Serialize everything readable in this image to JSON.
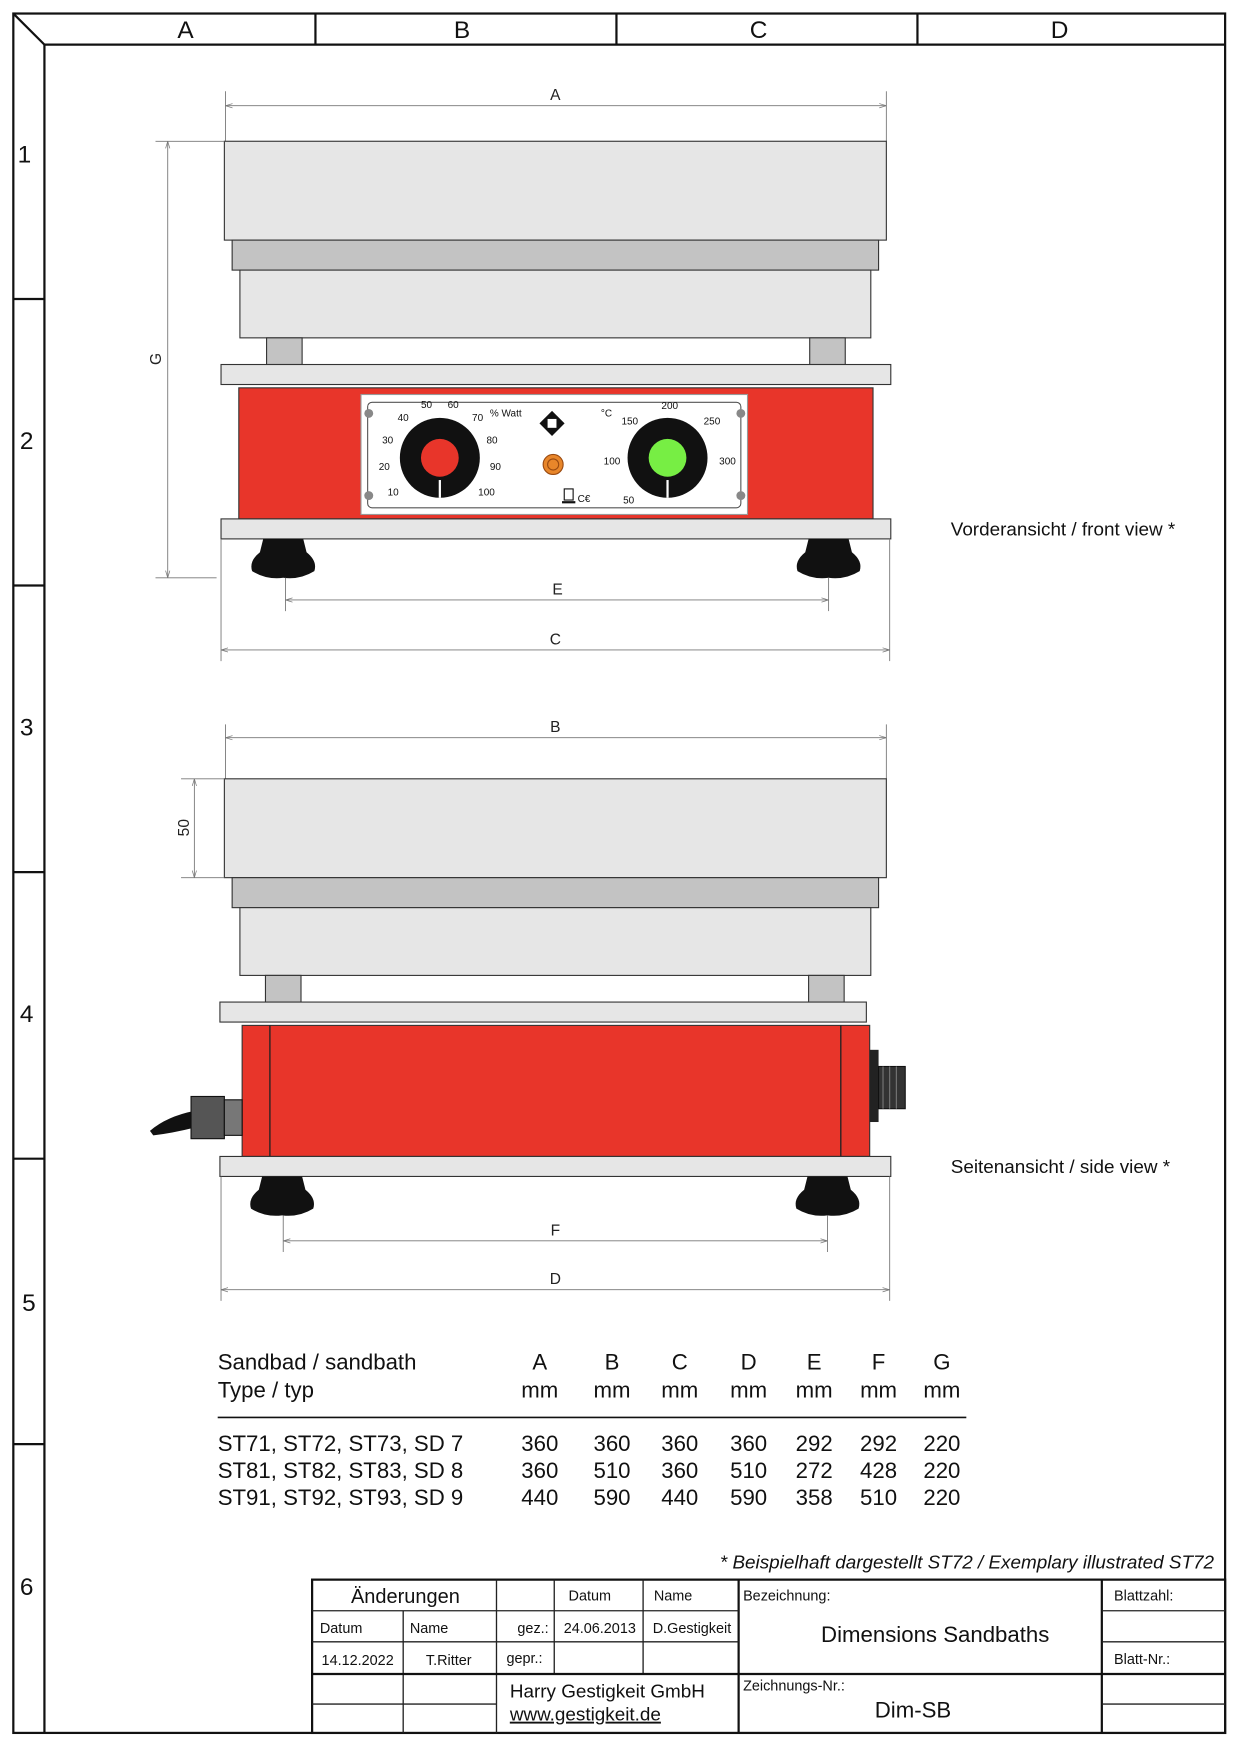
{
  "frame": {
    "columns": [
      "A",
      "B",
      "C",
      "D"
    ],
    "rows": [
      "1",
      "2",
      "3",
      "4",
      "5",
      "6"
    ]
  },
  "front_view": {
    "label": "Vorderansicht / front view *",
    "dims": {
      "top": "A",
      "height": "G",
      "feet": "E",
      "base": "C"
    },
    "panel": {
      "power_scale": [
        "10",
        "20",
        "30",
        "40",
        "50",
        "60",
        "70",
        "80",
        "90",
        "100"
      ],
      "power_unit": "% Watt",
      "temp_unit": "°C",
      "temp_scale": [
        "50",
        "100",
        "150",
        "200",
        "250",
        "300"
      ],
      "knob_colors": {
        "power": "#e8352a",
        "temp": "#77ee44"
      },
      "ce_mark": "C€"
    }
  },
  "side_view": {
    "label": "Seitenansicht / side view *",
    "dims": {
      "top": "B",
      "height": "50",
      "feet": "F",
      "base": "D"
    }
  },
  "table": {
    "title1": "Sandbad / sandbath",
    "title2": "Type / typ",
    "columns": [
      "A",
      "B",
      "C",
      "D",
      "E",
      "F",
      "G"
    ],
    "unit": "mm",
    "rows": [
      {
        "type": "ST71, ST72, ST73, SD 7",
        "values": [
          "360",
          "360",
          "360",
          "360",
          "292",
          "292",
          "220"
        ]
      },
      {
        "type": "ST81, ST82, ST83, SD 8",
        "values": [
          "360",
          "510",
          "360",
          "510",
          "272",
          "428",
          "220"
        ]
      },
      {
        "type": "ST91, ST92, ST93, SD 9",
        "values": [
          "440",
          "590",
          "440",
          "590",
          "358",
          "510",
          "220"
        ]
      }
    ]
  },
  "footnote": "* Beispielhaft dargestellt ST72 / Exemplary illustrated ST72",
  "title_block": {
    "changes": "Änderungen",
    "datum": "Datum",
    "name": "Name",
    "change_date": "14.12.2022",
    "change_name": "T.Ritter",
    "gez": "gez.:",
    "gepr": "gepr.:",
    "gez_date": "24.06.2013",
    "gez_name": "D.Gestigkeit",
    "bezeichnung_label": "Bezeichnung:",
    "bezeichnung": "Dimensions Sandbaths",
    "blattzahl": "Blattzahl:",
    "blatt_nr": "Blatt-Nr.:",
    "company": "Harry Gestigkeit GmbH",
    "website": "www.gestigkeit.de",
    "zeichnungs_label": "Zeichnungs-Nr.:",
    "zeichnungs_nr": "Dim-SB"
  }
}
